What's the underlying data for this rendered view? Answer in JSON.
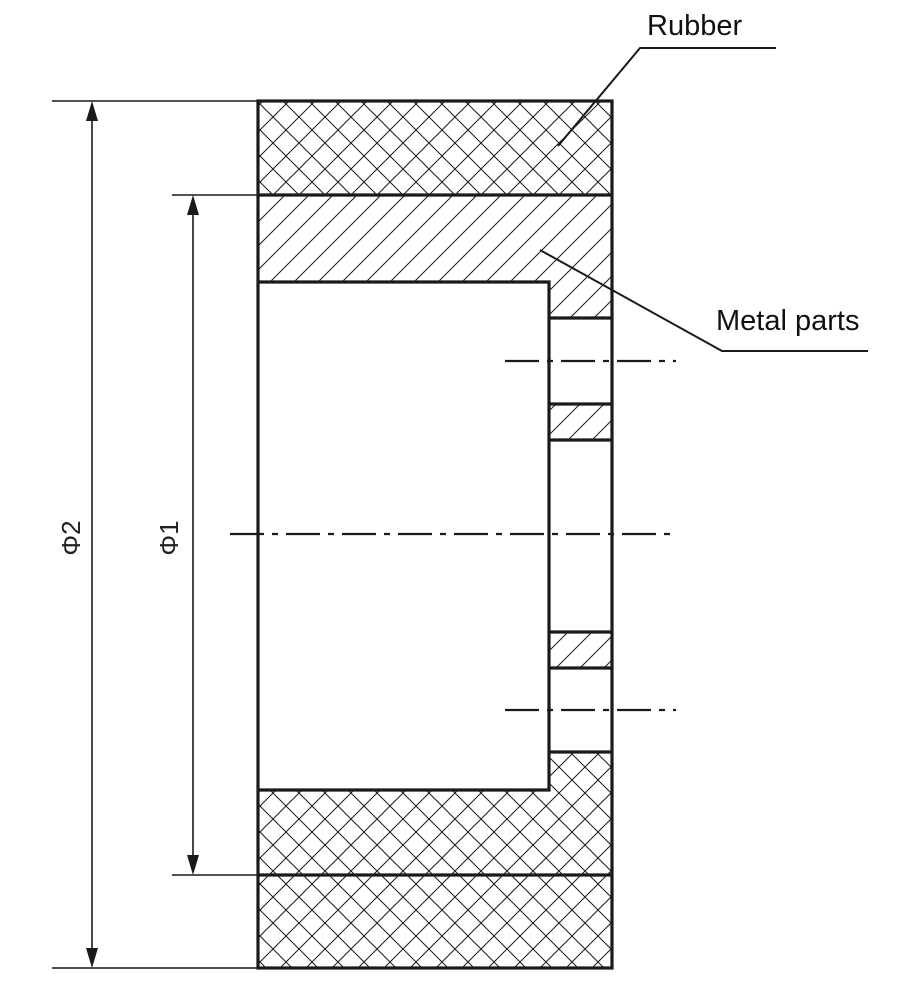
{
  "labels": {
    "rubber": "Rubber",
    "metal": "Metal parts",
    "phi_outer": "Φ2",
    "phi_inner": "Φ1"
  },
  "colors": {
    "line": "#1a1a1a",
    "background": "#ffffff"
  }
}
